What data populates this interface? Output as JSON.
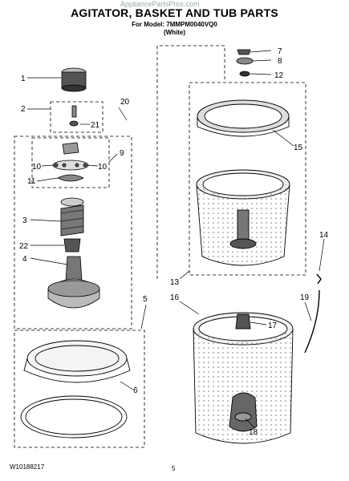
{
  "header": {
    "title": "AGITATOR, BASKET AND TUB PARTS",
    "model_line": "For Model: 7MMPM0040VQ0",
    "color_line": "(White)",
    "watermark": "AppliancePartsPros.com"
  },
  "footer": {
    "doc_number": "W10188217",
    "page_number": "5"
  },
  "callouts": {
    "c1": "1",
    "c2": "2",
    "c3": "3",
    "c4": "4",
    "c5": "5",
    "c6": "6",
    "c7": "7",
    "c8": "8",
    "c9": "9",
    "c10a": "10",
    "c10b": "10",
    "c11": "11",
    "c12": "12",
    "c13": "13",
    "c14": "14",
    "c15": "15",
    "c16": "16",
    "c17": "17",
    "c18": "18",
    "c19": "19",
    "c20": "20",
    "c21": "21",
    "c22": "22"
  },
  "colors": {
    "line": "#000000",
    "shade": "#555555",
    "light": "#e6e6e6"
  }
}
